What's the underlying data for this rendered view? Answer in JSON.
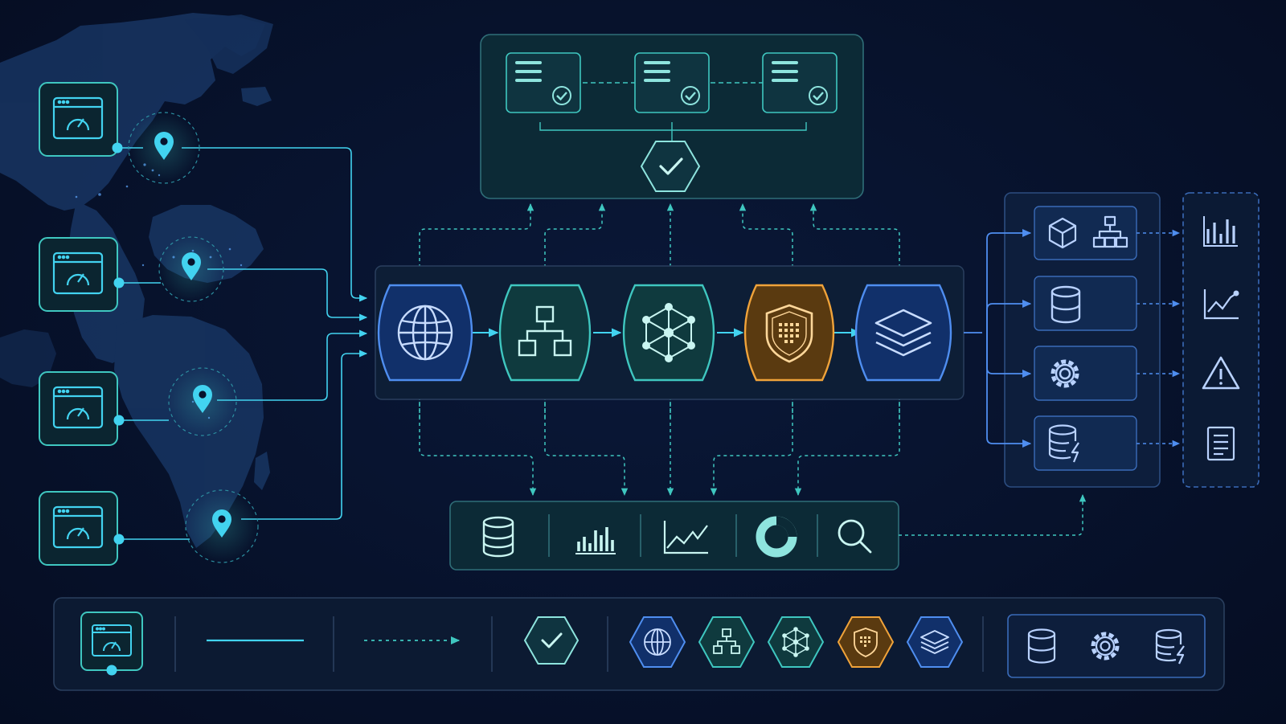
{
  "theme": {
    "background": "#06102a",
    "teal": "#3fc7c0",
    "cyan": "#42d3f0",
    "blue": "#4f8ef0",
    "amber": "#f0a33a",
    "panel_stroke": "#2f6e78",
    "panel_fill": "#0c2a36"
  },
  "map": {
    "name": "world-map-background"
  },
  "sources": [
    {
      "icon": "browser-gauge-icon",
      "marker": "location-pin-icon"
    },
    {
      "icon": "browser-gauge-icon",
      "marker": "location-pin-icon"
    },
    {
      "icon": "browser-gauge-icon",
      "marker": "location-pin-icon"
    },
    {
      "icon": "browser-gauge-icon",
      "marker": "location-pin-icon"
    }
  ],
  "validation": {
    "documents": [
      "document-check-icon",
      "document-check-icon",
      "document-check-icon"
    ],
    "result": "hexagon-check-icon"
  },
  "pipeline": [
    {
      "icon": "globe-icon",
      "color": "#4f8ef0"
    },
    {
      "icon": "hierarchy-icon",
      "color": "#3fc7c0"
    },
    {
      "icon": "network-nodes-icon",
      "color": "#3fc7c0"
    },
    {
      "icon": "shield-icon",
      "color": "#f0a33a"
    },
    {
      "icon": "layers-icon",
      "color": "#4f8ef0"
    }
  ],
  "storage_tools": [
    "database-icon",
    "bar-chart-icon",
    "line-chart-icon",
    "donut-chart-icon",
    "search-icon"
  ],
  "services": [
    "cube-hierarchy-icon",
    "database-icon",
    "gear-icon",
    "database-bolt-icon"
  ],
  "outputs": [
    "bar-chart-icon",
    "trend-chart-icon",
    "warning-icon",
    "report-icon"
  ],
  "legend": {
    "items": [
      "browser-gauge-icon",
      "solid-line",
      "dashed-arrow",
      "hexagon-check-icon"
    ],
    "stages": [
      {
        "icon": "globe-icon",
        "color": "#4f8ef0"
      },
      {
        "icon": "hierarchy-icon",
        "color": "#3fc7c0"
      },
      {
        "icon": "network-nodes-icon",
        "color": "#3fc7c0"
      },
      {
        "icon": "shield-icon",
        "color": "#f0a33a"
      },
      {
        "icon": "layers-icon",
        "color": "#4f8ef0"
      }
    ],
    "services": [
      "database-icon",
      "gear-icon",
      "database-bolt-icon"
    ]
  }
}
